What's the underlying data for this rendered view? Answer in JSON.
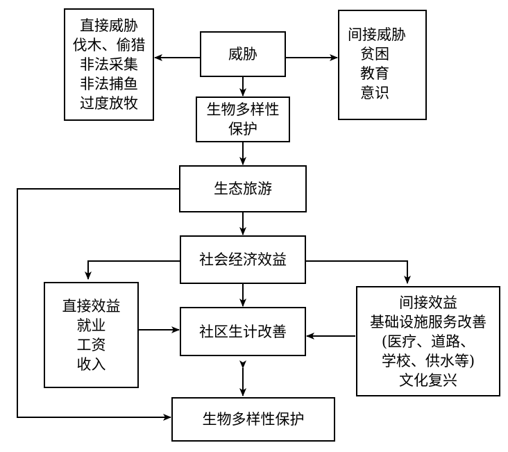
{
  "nodes": {
    "threat": {
      "lines": [
        "威胁"
      ]
    },
    "direct_threat": {
      "lines": [
        "直接威胁",
        "伐木、偷猎",
        "非法采集",
        "非法捕鱼",
        "过度放牧"
      ]
    },
    "indirect_threat": {
      "lines": [
        "间接威胁",
        "贫困",
        "教育",
        "意识"
      ]
    },
    "biodiversity_top": {
      "lines": [
        "生物多样性",
        "保护"
      ]
    },
    "ecotourism": {
      "lines": [
        "生态旅游"
      ]
    },
    "socioeconomic": {
      "lines": [
        "社会经济效益"
      ]
    },
    "direct_benefit": {
      "lines": [
        "直接效益",
        "就业",
        "工资",
        "收入"
      ]
    },
    "livelihood": {
      "lines": [
        "社区生计改善"
      ]
    },
    "indirect_benefit": {
      "lines": [
        "间接效益",
        "基础设施服务改善",
        "(医疗、道路、",
        "学校、供水等)",
        "文化复兴"
      ]
    },
    "biodiversity_bottom": {
      "lines": [
        "生物多样性保护"
      ]
    }
  }
}
